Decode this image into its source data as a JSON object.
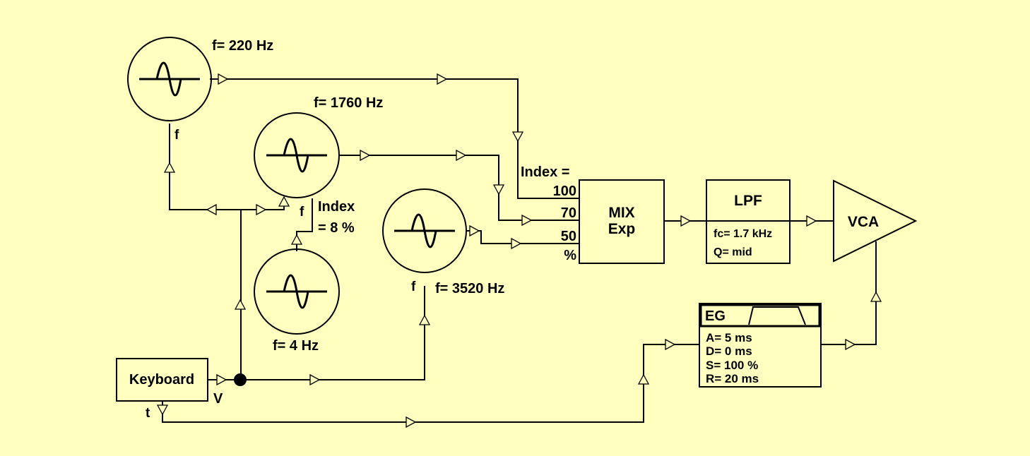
{
  "colors": {
    "background": "#FFFFC0",
    "ink": "#000000"
  },
  "oscillators": {
    "osc1": {
      "freq_label": "f= 220 Hz",
      "input_label": "f"
    },
    "osc2": {
      "freq_label": "f= 1760 Hz",
      "input_label": "f"
    },
    "lfo": {
      "freq_label": "f= 4 Hz"
    },
    "osc3": {
      "freq_label": "f= 3520 Hz",
      "input_label": "f"
    }
  },
  "fm_index": {
    "line1": "Index",
    "line2": "= 8 %"
  },
  "mixer": {
    "index_header": "Index =",
    "inputs": [
      "100",
      "70",
      "50"
    ],
    "unit": "%",
    "title_line1": "MIX",
    "title_line2": "Exp"
  },
  "lpf": {
    "title": "LPF",
    "fc": "fc= 1.7 kHz",
    "q": "Q= mid"
  },
  "vca": {
    "title": "VCA"
  },
  "eg": {
    "title": "EG",
    "params": [
      "A= 5 ms",
      "D= 0 ms",
      "S= 100 %",
      "R= 20 ms"
    ]
  },
  "keyboard": {
    "title": "Keyboard",
    "v_label": "V",
    "t_label": "t"
  }
}
